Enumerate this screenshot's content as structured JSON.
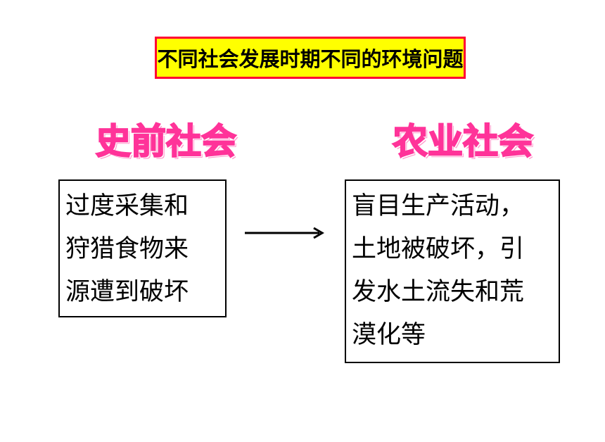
{
  "title": "不同社会发展时期不同的环境问题",
  "left": {
    "heading": "史前社会",
    "lines": [
      "过度采集和",
      "狩猎食物来",
      "源遭到破坏"
    ]
  },
  "right": {
    "heading": "农业社会",
    "lines": [
      "盲目生产活动，",
      "土地被破坏，引",
      "发水土流失和荒",
      "漠化等"
    ]
  },
  "colors": {
    "title_background": "#ffff00",
    "title_border": "#ff0033",
    "heading_color": "#ff3399"
  },
  "icons": {
    "arrow": "right-arrow-icon"
  }
}
